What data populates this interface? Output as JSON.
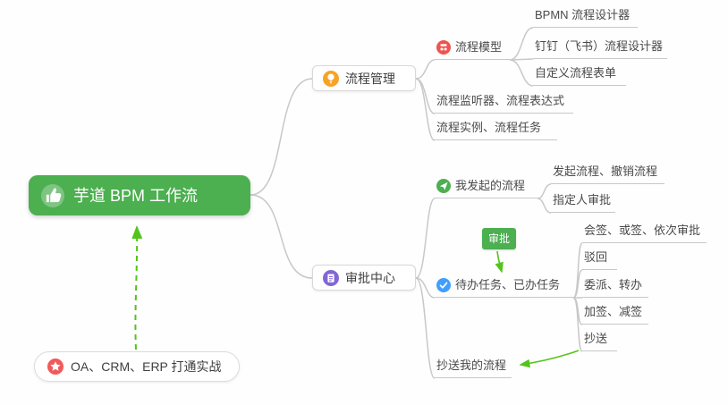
{
  "root": {
    "label": "芋道 BPM 工作流"
  },
  "process_mgmt": {
    "label": "流程管理",
    "model": {
      "label": "流程模型",
      "children": {
        "designer_bpmn": "BPMN 流程设计器",
        "designer_dingtalk": "钉钉（飞书）流程设计器",
        "custom_form": "自定义流程表单"
      }
    },
    "listener": "流程监听器、流程表达式",
    "instance": "流程实例、流程任务"
  },
  "approval_center": {
    "label": "审批中心",
    "my_initiated": {
      "label": "我发起的流程",
      "children": {
        "initiate_cancel": "发起流程、撤销流程",
        "assignee": "指定人审批"
      }
    },
    "todo_done": {
      "label": "待办任务、已办任务",
      "children": {
        "countersign": "会签、或签、依次审批",
        "reject": "驳回",
        "delegate": "委派、转办",
        "add_sign": "加签、减签",
        "cc": "抄送"
      }
    },
    "cc_my": "抄送我的流程"
  },
  "badge": {
    "label": "审批"
  },
  "footer": {
    "label": "OA、CRM、ERP 打通实战"
  },
  "colors": {
    "root_green": "#4caf50",
    "arrow_green": "#52c41a",
    "connector_gray": "#c8c8c8",
    "icon_orange": "#f7a325",
    "icon_purple": "#8365d8",
    "icon_red": "#ef5350",
    "icon_green": "#4caf50",
    "icon_blue": "#409eff"
  }
}
